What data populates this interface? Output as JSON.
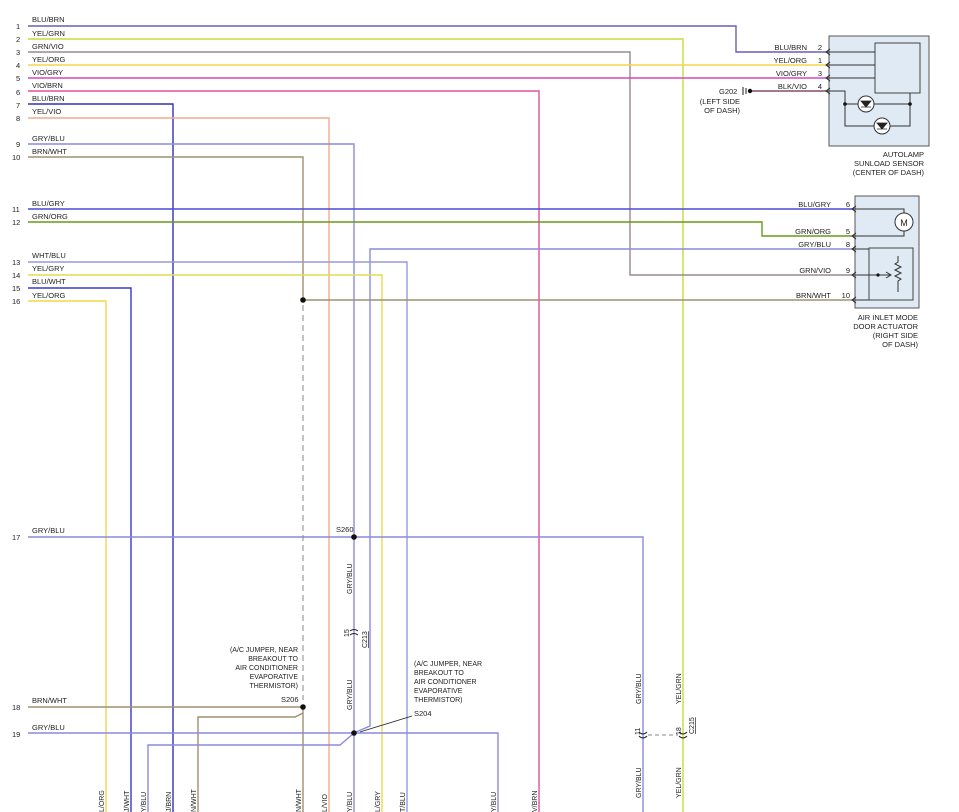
{
  "colors": {
    "blu_brn": "#6a5fb0",
    "yel_grn": "#c8dc3c",
    "grn_vio": "#9a8a8a",
    "yel_org": "#f3d64a",
    "vio_gry": "#d448c8",
    "vio_brn": "#e0509a",
    "blu_brn_dark": "#3232b4",
    "yel_vio": "#f4a890",
    "gry_blu": "#8a8ae0",
    "brn_wht": "#a09070",
    "blu_gry": "#4a4ad8",
    "grn_org": "#6a9a1a",
    "wht_blu": "#9a9ad8",
    "yel_gry": "#e4dc50",
    "blu_wht": "#3a3ac8",
    "blk_vio": "#8a4a6a",
    "wire_black": "#222222",
    "component_fill": "#dfeaf5",
    "component_border": "#555555"
  },
  "left_wires": [
    {
      "num": "1",
      "label": "BLU/BRN"
    },
    {
      "num": "2",
      "label": "YEL/GRN"
    },
    {
      "num": "3",
      "label": "GRN/VIO"
    },
    {
      "num": "4",
      "label": "YEL/ORG"
    },
    {
      "num": "5",
      "label": "VIO/GRY"
    },
    {
      "num": "6",
      "label": "VIO/BRN"
    },
    {
      "num": "7",
      "label": "BLU/BRN"
    },
    {
      "num": "8",
      "label": "YEL/VIO"
    },
    {
      "num": "9",
      "label": "GRY/BLU"
    },
    {
      "num": "10",
      "label": "BRN/WHT"
    },
    {
      "num": "11",
      "label": "BLU/GRY"
    },
    {
      "num": "12",
      "label": "GRN/ORG"
    },
    {
      "num": "13",
      "label": "WHT/BLU"
    },
    {
      "num": "14",
      "label": "YEL/GRY"
    },
    {
      "num": "15",
      "label": "BLU/WHT"
    },
    {
      "num": "16",
      "label": "YEL/ORG"
    },
    {
      "num": "17",
      "label": "GRY/BLU"
    },
    {
      "num": "18",
      "label": "BRN/WHT"
    },
    {
      "num": "19",
      "label": "GRY/BLU"
    }
  ],
  "autolamp": {
    "title_lines": [
      "AUTOLAMP",
      "SUNLOAD SENSOR",
      "(CENTER OF DASH)"
    ],
    "pins": [
      {
        "num": "2",
        "label": "BLU/BRN"
      },
      {
        "num": "1",
        "label": "YEL/ORG"
      },
      {
        "num": "3",
        "label": "VIO/GRY"
      },
      {
        "num": "4",
        "label": "BLK/VIO"
      }
    ]
  },
  "ground": {
    "id": "G202",
    "note_lines": [
      "(LEFT SIDE",
      "OF DASH)"
    ]
  },
  "actuator": {
    "title_lines": [
      "AIR INLET MODE",
      "DOOR ACTUATOR",
      "(RIGHT SIDE",
      "OF DASH)"
    ],
    "motor_symbol": "M",
    "pins": [
      {
        "num": "6",
        "label": "BLU/GRY"
      },
      {
        "num": "5",
        "label": "GRN/ORG"
      },
      {
        "num": "8",
        "label": "GRY/BLU"
      },
      {
        "num": "9",
        "label": "GRN/VIO"
      },
      {
        "num": "10",
        "label": "BRN/WHT"
      }
    ]
  },
  "splices": {
    "s260": "S260",
    "s206": "S206",
    "s204": "S204"
  },
  "connectors": {
    "c213": "C213",
    "c213_pin": "15",
    "c215": "C215",
    "c215_pin_left": "11",
    "c215_pin_right": "18"
  },
  "notes": {
    "s206_note": [
      "(A/C JUMPER, NEAR",
      "BREAKOUT TO",
      "AIR CONDITIONER",
      "EVAPORATIVE",
      "THERMISTOR)"
    ],
    "s204_note": [
      "(A/C JUMPER, NEAR",
      "BREAKOUT TO",
      "AIR CONDITIONER",
      "EVAPORATIVE",
      "THERMISTOR)"
    ]
  },
  "vertical_labels": {
    "gry_blu_upper": "GRY/BLU",
    "gry_blu_lower": "GRY/BLU",
    "c215_gry_blu_upper": "GRY/BLU",
    "c215_yel_grn_upper": "YEL/GRN",
    "c215_gry_blu_lower": "GRY/BLU",
    "c215_yel_grn_lower": "YEL/GRN"
  },
  "bottom_labels": [
    "L/ORG",
    "J/WHT",
    "Y/BLU",
    "J/BRN",
    "N/WHT",
    "N/WHT",
    "L/VIO",
    "Y/BLU",
    "L/GRY",
    "T/BLU",
    "Y/BLU",
    "V/BRN"
  ]
}
